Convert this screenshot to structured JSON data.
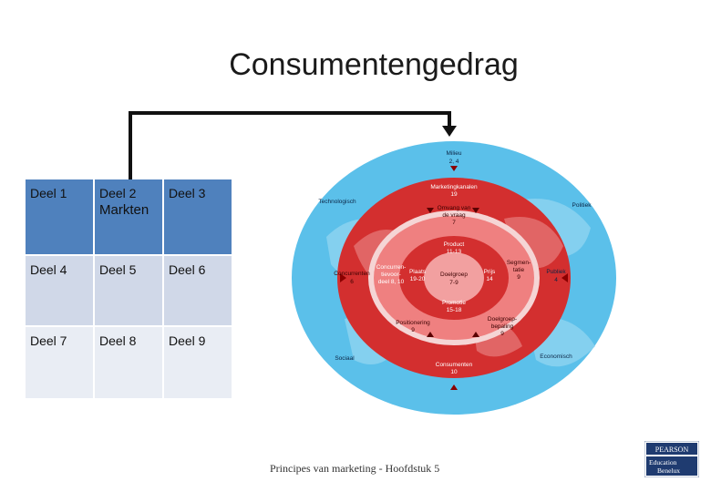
{
  "title": "Consumentengedrag",
  "table": {
    "rows": [
      [
        {
          "label": "Deel 1",
          "sub": ""
        },
        {
          "label": "Deel 2",
          "sub": "Markten"
        },
        {
          "label": "Deel 3",
          "sub": ""
        }
      ],
      [
        {
          "label": "Deel 4",
          "sub": ""
        },
        {
          "label": "Deel 5",
          "sub": ""
        },
        {
          "label": "Deel 6",
          "sub": ""
        }
      ],
      [
        {
          "label": "Deel 7",
          "sub": ""
        },
        {
          "label": "Deel 8",
          "sub": ""
        },
        {
          "label": "Deel 9",
          "sub": ""
        }
      ]
    ]
  },
  "diagram": {
    "outer": [
      {
        "text": "Milieu"
      },
      {
        "text": "2, 4"
      },
      {
        "text": "Technologisch"
      },
      {
        "text": "Politiek"
      },
      {
        "text": "Publiek"
      },
      {
        "text": "4"
      },
      {
        "text": "Sociaal"
      },
      {
        "text": "Economisch"
      }
    ],
    "ring2": [
      {
        "text": "Marketingkanalen"
      },
      {
        "text": "19"
      },
      {
        "text": "Omvang van"
      },
      {
        "text": "de vraag"
      },
      {
        "text": "7"
      },
      {
        "text": "Concurrenten"
      },
      {
        "text": "6"
      },
      {
        "text": "Segmen-"
      },
      {
        "text": "tatie"
      },
      {
        "text": "9"
      },
      {
        "text": "Positionering"
      },
      {
        "text": "9"
      },
      {
        "text": "Doelgroep-"
      },
      {
        "text": "bepaling"
      },
      {
        "text": "9"
      },
      {
        "text": "Consumenten"
      },
      {
        "text": "10"
      }
    ],
    "ring3": [
      {
        "text": "Product"
      },
      {
        "text": "11-13"
      },
      {
        "text": "Concurren-"
      },
      {
        "text": "tievoor-"
      },
      {
        "text": "deel 8, 10"
      },
      {
        "text": "Plaats"
      },
      {
        "text": "19-20"
      },
      {
        "text": "Prijs"
      },
      {
        "text": "14"
      },
      {
        "text": "Promotie"
      },
      {
        "text": "15-18"
      }
    ],
    "center": [
      {
        "text": "Doelgroep"
      },
      {
        "text": "7-9"
      }
    ],
    "colors": {
      "ocean": "#5bc0ea",
      "red": "#d32f2f",
      "pink": "#f08080",
      "land": "#e8a8a8"
    }
  },
  "footer": "Principes van marketing - Hoofdstuk 5",
  "logo": {
    "line1": "PEARSON",
    "line2": "Education",
    "line3": "Benelux"
  }
}
